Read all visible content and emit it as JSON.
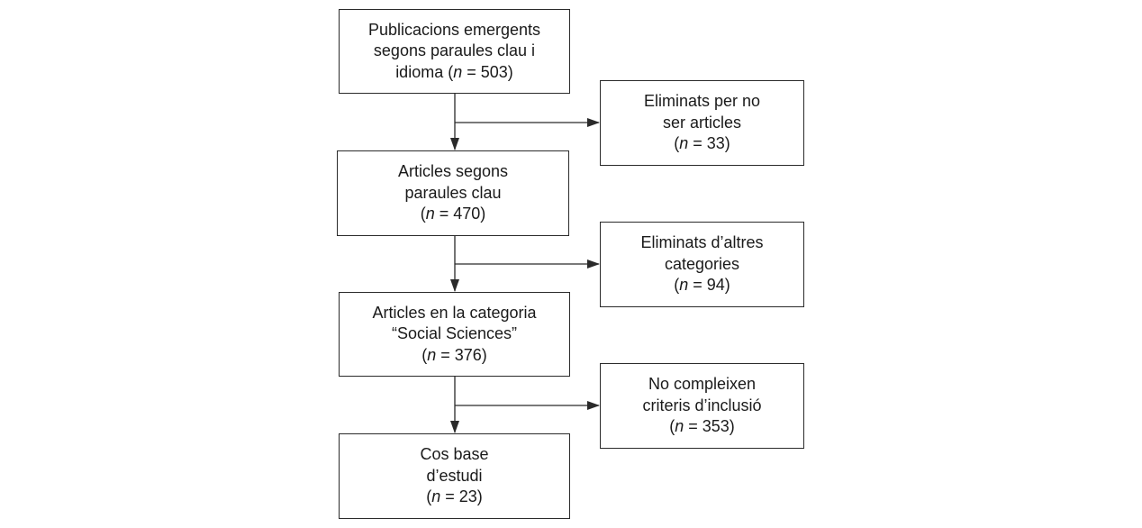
{
  "main_boxes": [
    {
      "lines": [
        "Publicacions emergents",
        "segons paraules clau i",
        "idioma"
      ],
      "n": "503",
      "n_inline": true
    },
    {
      "lines": [
        "Articles segons",
        "paraules clau"
      ],
      "n": "470"
    },
    {
      "lines": [
        "Articles en la categoria",
        "“Social Sciences”"
      ],
      "n": "376"
    },
    {
      "lines": [
        "Cos base",
        "d’estudi"
      ],
      "n": "23"
    }
  ],
  "excluded_boxes": [
    {
      "lines": [
        "Eliminats per no",
        "ser articles"
      ],
      "n": "33"
    },
    {
      "lines": [
        "Eliminats d’altres",
        "categories"
      ],
      "n": "94"
    },
    {
      "lines": [
        "No compleixen",
        "criteris d’inclusió"
      ],
      "n": "353"
    }
  ],
  "n_symbol": "n",
  "equals": " = "
}
